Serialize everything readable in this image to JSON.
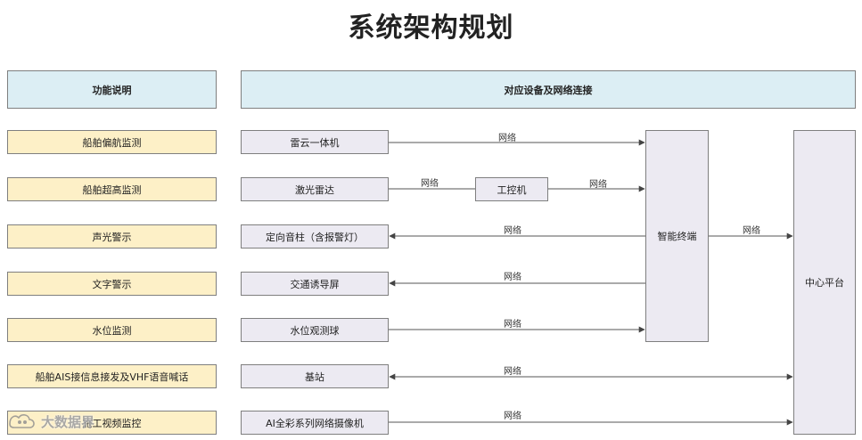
{
  "title": "系统架构规划",
  "headers": {
    "left": "功能说明",
    "right": "对应设备及网络连接"
  },
  "functions": [
    "船舶偏航监测",
    "船舶超高监测",
    "声光警示",
    "文字警示",
    "水位监测",
    "船舶AIS接信息接发及VHF语音喊话",
    "施工视频监控"
  ],
  "devices": [
    "雷云一体机",
    "激光雷达",
    "定向音柱（含报警灯）",
    "交通诱导屏",
    "水位观测球",
    "基站",
    "AI全彩系列网络摄像机"
  ],
  "nodes": {
    "ipc": "工控机",
    "terminal": "智能终端",
    "center": "中心平台"
  },
  "link_label": "网络",
  "watermark": "大数据界"
}
